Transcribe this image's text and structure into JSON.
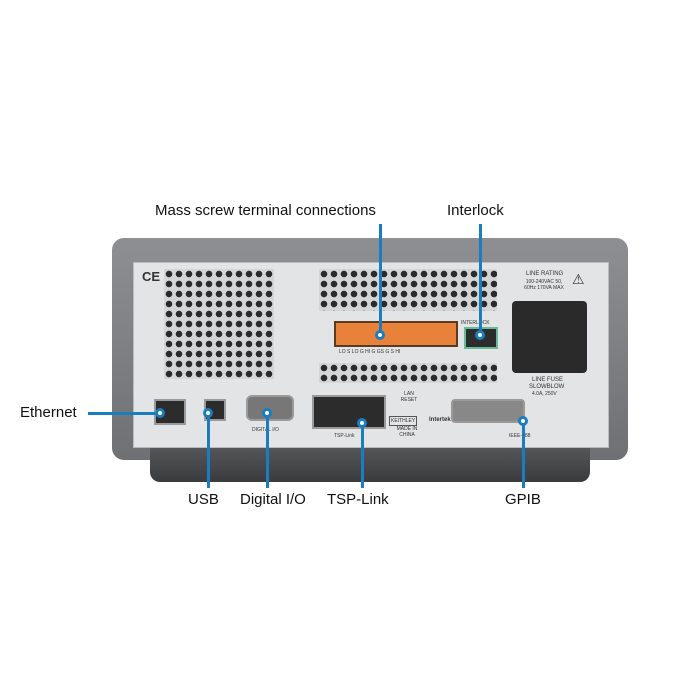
{
  "callouts": {
    "mass_screw": "Mass screw terminal connections",
    "interlock": "Interlock",
    "ethernet": "Ethernet",
    "usb": "USB",
    "digital_io": "Digital I/O",
    "tsp_link": "TSP-Link",
    "gpib": "GPIB"
  },
  "panel": {
    "ce": "CE",
    "line_rating": "LINE RATING",
    "line_rating_spec": "100-240VAC 50, 60Hz 170VA MAX",
    "line_fuse": "LINE FUSE",
    "slowblow": "SLOWBLOW",
    "fuse_spec": "4.0A, 250V",
    "interlock_label": "INTERLOCK",
    "terminal_labels": "LO  S LO  G  HI  G  GS  G  S HI",
    "lan_reset": "LAN RESET",
    "brand": "KEITHLEY",
    "made_in": "MADE IN CHINA",
    "intertek": "Intertek",
    "tsp_link_label": "TSP-Link",
    "digital_io_label": "DIGITAL I/O",
    "ieee_label": "IEEE-488"
  },
  "colors": {
    "callout_line": "#1a7dc0",
    "terminal": "#e8823a"
  }
}
